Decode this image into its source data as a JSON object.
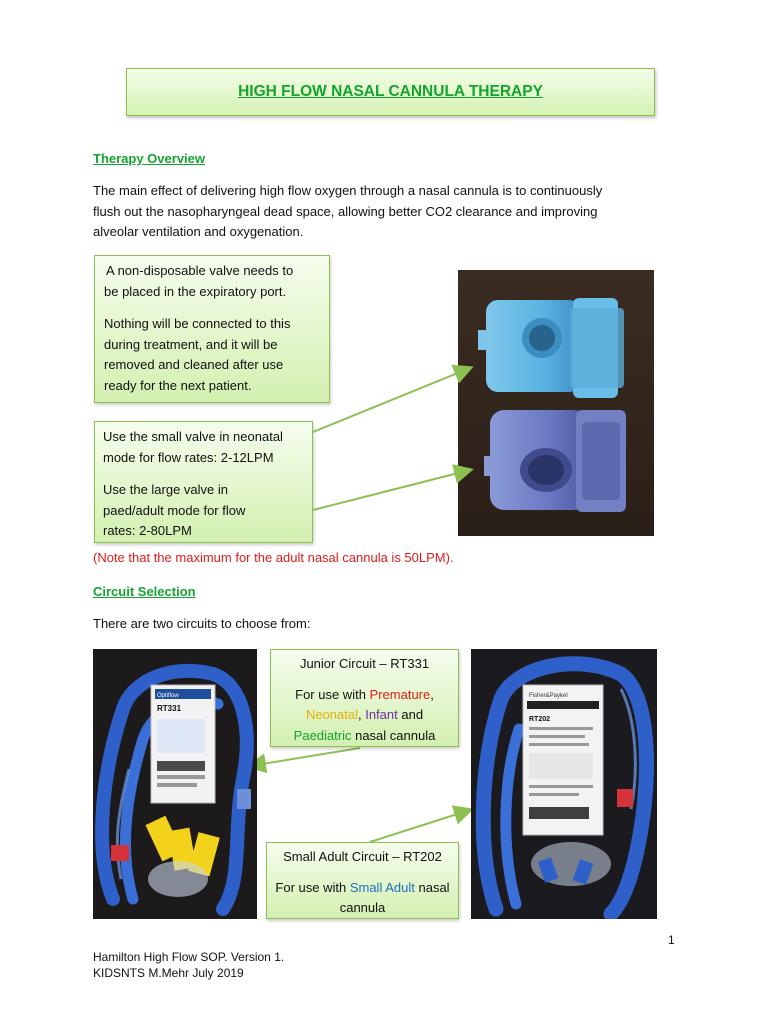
{
  "title": "HIGH FLOW NASAL CANNULA THERAPY",
  "therapy_overview": {
    "heading": "Therapy Overview",
    "paragraph_lines": [
      "The main effect of delivering high flow oxygen through a nasal cannula is to continuously",
      "flush out the nasopharyngeal dead space, allowing better CO2 clearance and improving",
      "alveolar ventilation and oxygenation."
    ]
  },
  "valve_box": {
    "p1_lines": [
      "A non-disposable valve needs to",
      "be placed in the expiratory port."
    ],
    "p2_lines": [
      "Nothing will be connected to this",
      "during treatment, and it will be",
      "removed and cleaned after use",
      "ready for the next patient."
    ]
  },
  "mode_box": {
    "p1_lines": [
      "Use the small valve in neonatal",
      "mode for flow rates: 2-12LPM"
    ],
    "p2_lines": [
      "Use the large valve in",
      "paed/adult mode for flow",
      "rates: 2-80LPM"
    ]
  },
  "note": "(Note that the maximum for the adult nasal cannula is 50LPM).",
  "circuit_selection": {
    "heading": "Circuit Selection",
    "intro": "There are two circuits to choose from:"
  },
  "junior_box": {
    "title": "Junior Circuit – RT331",
    "for_use_with": "For use with ",
    "premature": "Premature",
    "comma1": ",",
    "neonatal": "Neonatal",
    "comma2": ", ",
    "infant": "Infant",
    "and": " and",
    "paediatric": "Paediatric",
    "nasal_cannula": " nasal cannula"
  },
  "adult_box": {
    "title": "Small Adult Circuit – RT202",
    "for_use_with": "For use with ",
    "small_adult": "Small Adult",
    "nasal": " nasal",
    "cannula": "cannula"
  },
  "junior_label": {
    "brand": "Optiflow",
    "code": "RT331"
  },
  "adult_label": {
    "brand": "Fisher&Paykel",
    "code": "RT202"
  },
  "page_number": "1",
  "footer": {
    "line1": "Hamilton High Flow SOP. Version 1.",
    "line2": "KIDSNTS M.Mehr July 2019"
  },
  "colors": {
    "heading_green": "#15a331",
    "box_border": "#8cc152",
    "note_red": "#e01b1b",
    "arrow_green": "#8cc152"
  }
}
